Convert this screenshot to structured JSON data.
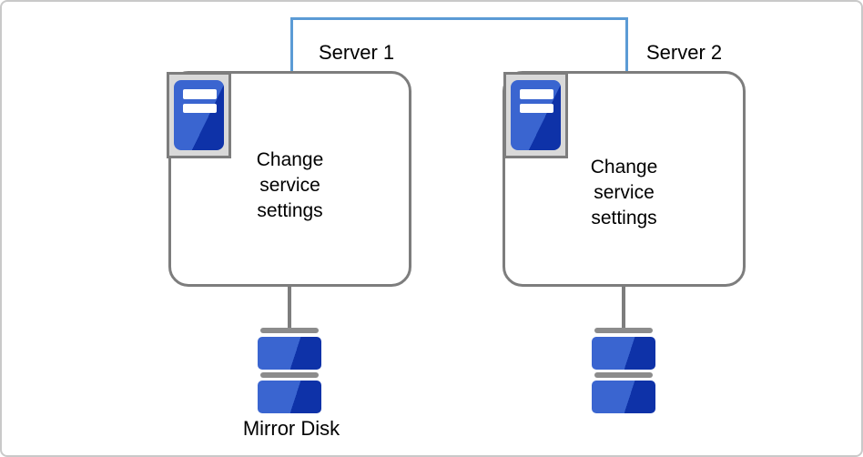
{
  "colors": {
    "connector-blue": "#5B9BD5",
    "border-gray": "#7d7d7d",
    "icon-bg": "#d9d9d9",
    "blue-light": "#3a65d0",
    "blue-dark": "#0e32a8",
    "cap-gray": "#8c8c8c",
    "frame-gray": "#c9c9c9"
  },
  "servers": [
    {
      "name": "Server 1",
      "note": "Change\nservice\nsettings",
      "icon": "server-icon"
    },
    {
      "name": "Server 2",
      "note": "Change\nservice\nsettings",
      "icon": "server-icon"
    }
  ],
  "disks": {
    "left_label": "Mirror Disk",
    "icon": "disk-stack-icon"
  },
  "links": {
    "top_connector": "server-interconnect-line"
  }
}
